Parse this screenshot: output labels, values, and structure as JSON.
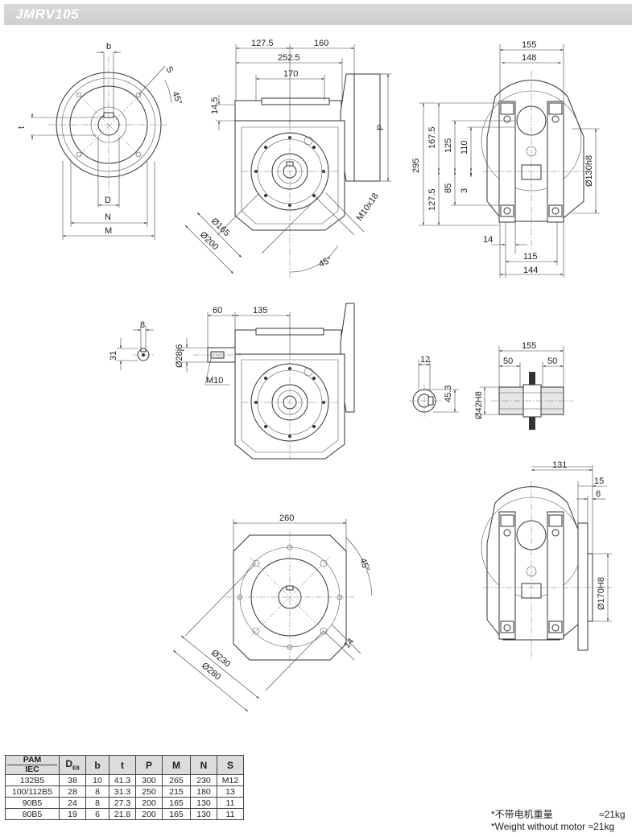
{
  "header": {
    "title": "JMRV105"
  },
  "dims": {
    "v1": {
      "b": "b",
      "s": "S",
      "t": "t",
      "a45": "45°",
      "d": "D",
      "n": "N",
      "m": "M"
    },
    "v2": {
      "d1275": "127.5",
      "d160": "160",
      "d2525": "252.5",
      "d170": "170",
      "d145": "14.5",
      "p": "P",
      "d165": "Ø165",
      "d200": "Ø200",
      "m10": "M10x18",
      "a45": "45°"
    },
    "v3": {
      "d155": "155",
      "d148": "148",
      "d295": "295",
      "d1675": "167.5",
      "d1275": "127.5",
      "d125": "125",
      "d110": "110",
      "d85": "85",
      "d3": "3",
      "d130": "Ø130h8",
      "d14": "14",
      "d115": "115",
      "d144": "144"
    },
    "v4": {
      "d8": "8",
      "d31": "31",
      "d60": "60",
      "d135": "135",
      "d28": "Ø28j6",
      "m10": "M10"
    },
    "v5": {
      "d12": "12",
      "d453": "45.3",
      "d155": "155",
      "d50a": "50",
      "d50b": "50",
      "d42": "Ø42H8"
    },
    "v6": {
      "d260": "260",
      "a45": "45°",
      "d230": "Ø230",
      "d280": "Ø280",
      "d14": "14"
    },
    "v7": {
      "d131": "131",
      "d15": "15",
      "d6": "6",
      "d170": "Ø170H8"
    }
  },
  "table": {
    "header_pam": "PAM",
    "header_iec": "IEC",
    "header_de": "D",
    "header_de_sub": "E8",
    "headers": [
      "b",
      "t",
      "P",
      "M",
      "N",
      "S"
    ],
    "rows": [
      {
        "iec": "132B5",
        "de": "38",
        "b": "10",
        "t": "41.3",
        "p": "300",
        "m": "265",
        "n": "230",
        "s": "M12"
      },
      {
        "iec": "100/112B5",
        "de": "28",
        "b": "8",
        "t": "31.3",
        "p": "250",
        "m": "215",
        "n": "180",
        "s": "13"
      },
      {
        "iec": "90B5",
        "de": "24",
        "b": "8",
        "t": "27.3",
        "p": "200",
        "m": "165",
        "n": "130",
        "s": "11"
      },
      {
        "iec": "80B5",
        "de": "19",
        "b": "6",
        "t": "21.8",
        "p": "200",
        "m": "165",
        "n": "130",
        "s": "11"
      }
    ]
  },
  "weight": {
    "cn_label": "*不带电机重量",
    "cn_value": "≈21kg",
    "en_label": "*Weight without motor",
    "en_value": "≈21kg"
  }
}
